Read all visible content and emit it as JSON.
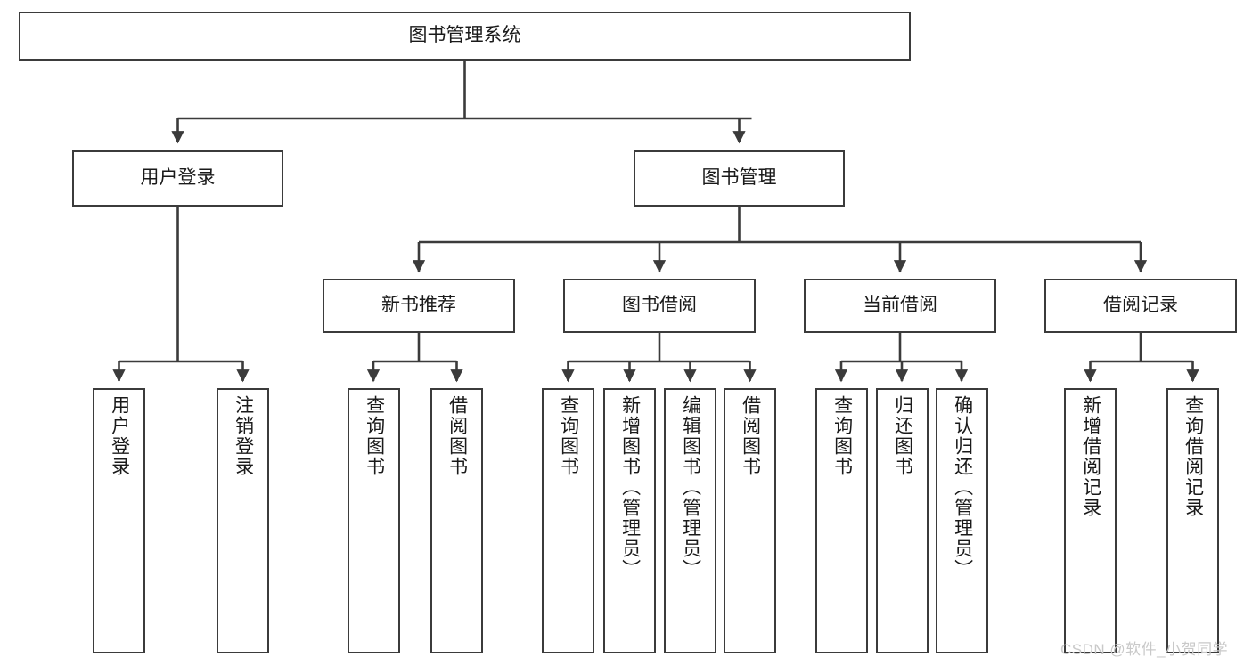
{
  "diagram": {
    "type": "tree",
    "title": "图书管理系统",
    "root": {
      "label": "图书管理系统"
    },
    "level2": [
      {
        "label": "用户登录"
      },
      {
        "label": "图书管理"
      }
    ],
    "level3": [
      {
        "label": "新书推荐"
      },
      {
        "label": "图书借阅"
      },
      {
        "label": "当前借阅"
      },
      {
        "label": "借阅记录"
      }
    ],
    "leaves_user_login": [
      {
        "label": "用户登录"
      },
      {
        "label": "注销登录"
      }
    ],
    "leaves_new_book": [
      {
        "label": "查询图书"
      },
      {
        "label": "借阅图书"
      }
    ],
    "leaves_borrow": [
      {
        "label": "查询图书"
      },
      {
        "label": "新增图书（管理员）"
      },
      {
        "label": "编辑图书（管理员）"
      },
      {
        "label": "借阅图书"
      }
    ],
    "leaves_current": [
      {
        "label": "查询图书"
      },
      {
        "label": "归还图书"
      },
      {
        "label": "确认归还（管理员）"
      }
    ],
    "leaves_records": [
      {
        "label": "新增借阅记录"
      },
      {
        "label": "查询借阅记录"
      }
    ],
    "watermark": "CSDN @软件_小贺同学",
    "colors": {
      "border": "#3b3b3b",
      "text": "#1a1a1a",
      "background": "#ffffff",
      "watermark": "#c9c9c9"
    }
  }
}
